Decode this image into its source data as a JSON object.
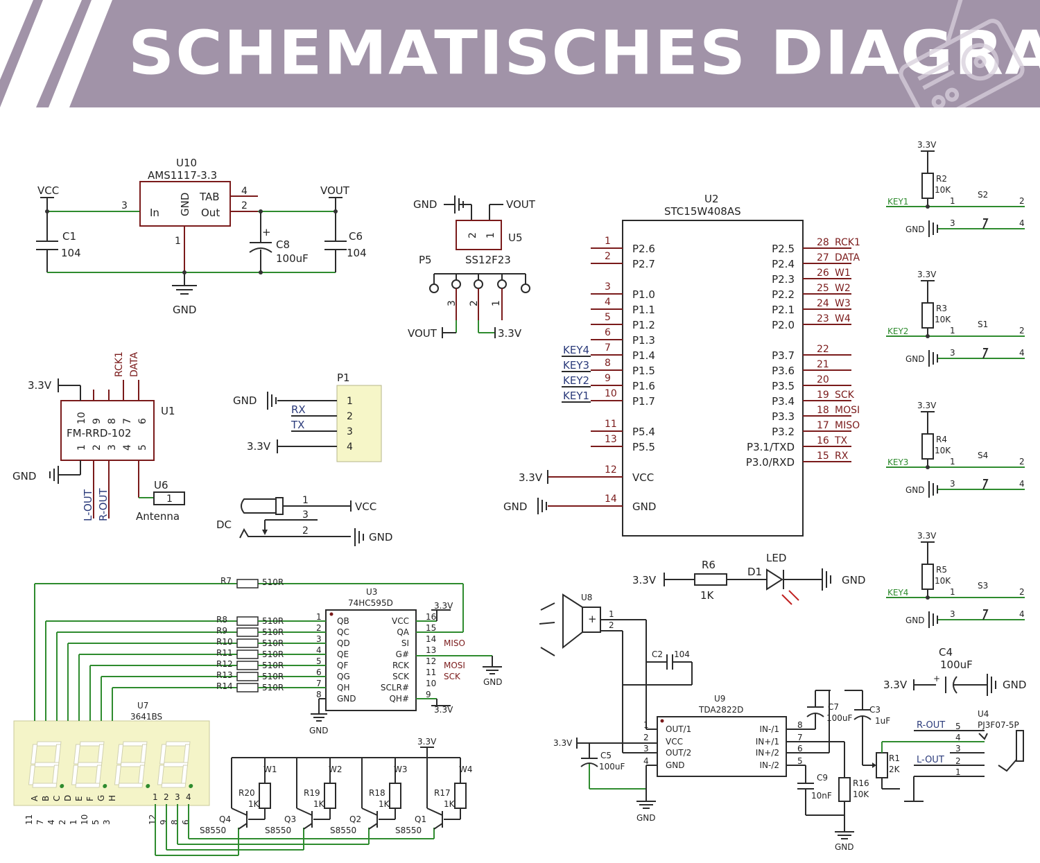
{
  "banner": {
    "title": "SCHEMATISCHES DIAGRAMM"
  },
  "colors": {
    "banner_bg": "#a193a8",
    "wire_green": "#2e8b2e",
    "component_red": "#7a1a1a",
    "display_bg": "#f4f4c8"
  },
  "icons": {
    "banner_corner": "radio-icon"
  },
  "regulator": {
    "ref": "U10",
    "part": "AMS1117-3.3",
    "pin_in": "In",
    "pin_gnd": "GND",
    "pin_tab": "TAB",
    "pin_out": "Out",
    "n3": "3",
    "n4": "4",
    "n2": "2",
    "n1": "1",
    "vcc": "VCC",
    "vout": "VOUT",
    "gnd": "GND",
    "c1": "C1",
    "c1v": "104",
    "c8": "C8",
    "c8v": "100uF",
    "c6": "C6",
    "c6v": "104",
    "plus": "+"
  },
  "switch_u5": {
    "gnd": "GND",
    "vout_top": "VOUT",
    "ref": "U5",
    "pin2": "2",
    "pin1": "1",
    "p5": "P5",
    "part": "SS12F23",
    "pin3": "3",
    "pin2b": "2",
    "pin1b": "1",
    "vout_bottom": "VOUT",
    "v33": "3.3V"
  },
  "mcu": {
    "ref": "U2",
    "part": "STC15W408AS",
    "left": [
      {
        "num": "1",
        "pin": "P2.6",
        "net": ""
      },
      {
        "num": "2",
        "pin": "P2.7",
        "net": ""
      },
      {
        "num": "3",
        "pin": "P1.0",
        "net": ""
      },
      {
        "num": "4",
        "pin": "P1.1",
        "net": ""
      },
      {
        "num": "5",
        "pin": "P1.2",
        "net": ""
      },
      {
        "num": "6",
        "pin": "P1.3",
        "net": ""
      },
      {
        "num": "7",
        "pin": "P1.4",
        "net": "KEY4"
      },
      {
        "num": "8",
        "pin": "P1.5",
        "net": "KEY3"
      },
      {
        "num": "9",
        "pin": "P1.6",
        "net": "KEY2"
      },
      {
        "num": "10",
        "pin": "P1.7",
        "net": "KEY1"
      },
      {
        "num": "11",
        "pin": "P5.4",
        "net": ""
      },
      {
        "num": "13",
        "pin": "P5.5",
        "net": ""
      },
      {
        "num": "12",
        "pin": "VCC",
        "net": "3.3V"
      },
      {
        "num": "14",
        "pin": "GND",
        "net": "GND"
      }
    ],
    "right": [
      {
        "pin": "P2.5",
        "num": "28",
        "net": "RCK1"
      },
      {
        "pin": "P2.4",
        "num": "27",
        "net": "DATA"
      },
      {
        "pin": "P2.3",
        "num": "26",
        "net": "W1"
      },
      {
        "pin": "P2.2",
        "num": "25",
        "net": "W2"
      },
      {
        "pin": "P2.1",
        "num": "24",
        "net": "W3"
      },
      {
        "pin": "P2.0",
        "num": "23",
        "net": "W4"
      },
      {
        "pin": "P3.7",
        "num": "22",
        "net": ""
      },
      {
        "pin": "P3.6",
        "num": "21",
        "net": ""
      },
      {
        "pin": "P3.5",
        "num": "20",
        "net": ""
      },
      {
        "pin": "P3.4",
        "num": "19",
        "net": "SCK"
      },
      {
        "pin": "P3.3",
        "num": "18",
        "net": "MOSI"
      },
      {
        "pin": "P3.2",
        "num": "17",
        "net": "MISO"
      },
      {
        "pin": "P3.1/TXD",
        "num": "16",
        "net": "TX"
      },
      {
        "pin": "P3.0/RXD",
        "num": "15",
        "net": "RX"
      }
    ]
  },
  "keys": [
    {
      "r": "R2",
      "rv": "10K",
      "s": "S2",
      "key": "KEY1",
      "v": "3.3V",
      "gnd": "GND",
      "p1": "1",
      "p2": "2",
      "p3": "3",
      "p4": "4"
    },
    {
      "r": "R3",
      "rv": "10K",
      "s": "S1",
      "key": "KEY2",
      "v": "3.3V",
      "gnd": "GND",
      "p1": "1",
      "p2": "2",
      "p3": "3",
      "p4": "4"
    },
    {
      "r": "R4",
      "rv": "10K",
      "s": "S4",
      "key": "KEY3",
      "v": "3.3V",
      "gnd": "GND",
      "p1": "1",
      "p2": "2",
      "p3": "3",
      "p4": "4"
    },
    {
      "r": "R5",
      "rv": "10K",
      "s": "S3",
      "key": "KEY4",
      "v": "3.3V",
      "gnd": "GND",
      "p1": "1",
      "p2": "2",
      "p3": "3",
      "p4": "4"
    }
  ],
  "radio": {
    "ref": "U1",
    "part": "FM-RRD-102",
    "v33": "3.3V",
    "gnd": "GND",
    "top_pins": [
      "10",
      "9",
      "8",
      "7",
      "6"
    ],
    "bottom_pins": [
      "1",
      "2",
      "3",
      "4",
      "5"
    ],
    "rck": "RCK1",
    "data": "DATA",
    "lout": "L-OUT",
    "rout": "R-OUT",
    "u6": "U6",
    "u6pin": "1",
    "antenna": "Antenna"
  },
  "header_p1": {
    "ref": "P1",
    "gnd": "GND",
    "rx": "RX",
    "tx": "TX",
    "v33": "3.3V",
    "pins": [
      "1",
      "2",
      "3",
      "4"
    ]
  },
  "dc_jack": {
    "label": "DC",
    "p1": "1",
    "p3": "3",
    "p2": "2",
    "vcc": "VCC",
    "gnd": "GND"
  },
  "led": {
    "v33": "3.3V",
    "r": "R6",
    "rv": "1K",
    "d": "D1",
    "name": "LED",
    "gnd": "GND"
  },
  "shift": {
    "ref": "U3",
    "part": "74HC595D",
    "left": [
      {
        "num": "1",
        "pin": "QB"
      },
      {
        "num": "2",
        "pin": "QC"
      },
      {
        "num": "3",
        "pin": "QD"
      },
      {
        "num": "4",
        "pin": "QE"
      },
      {
        "num": "5",
        "pin": "QF"
      },
      {
        "num": "6",
        "pin": "QG"
      },
      {
        "num": "7",
        "pin": "QH"
      },
      {
        "num": "8",
        "pin": "GND"
      }
    ],
    "right": [
      {
        "pin": "VCC",
        "num": "16",
        "net": "3.3V"
      },
      {
        "pin": "QA",
        "num": "15",
        "net": ""
      },
      {
        "pin": "SI",
        "num": "14",
        "net": "MISO"
      },
      {
        "pin": "G#",
        "num": "13",
        "net": ""
      },
      {
        "pin": "RCK",
        "num": "12",
        "net": "MOSI"
      },
      {
        "pin": "SCK",
        "num": "11",
        "net": "SCK"
      },
      {
        "pin": "SCLR#",
        "num": "10",
        "net": ""
      },
      {
        "pin": "QH#",
        "num": "9",
        "net": "3.3V"
      }
    ],
    "gnd_right": "GND",
    "gnd_bottom": "GND",
    "resistors": [
      {
        "r": "R7",
        "v": "510R"
      },
      {
        "r": "R8",
        "v": "510R"
      },
      {
        "r": "R9",
        "v": "510R"
      },
      {
        "r": "R10",
        "v": "510R"
      },
      {
        "r": "R11",
        "v": "510R"
      },
      {
        "r": "R12",
        "v": "510R"
      },
      {
        "r": "R13",
        "v": "510R"
      },
      {
        "r": "R14",
        "v": "510R"
      }
    ]
  },
  "display": {
    "ref": "U7",
    "part": "3641BS",
    "seg_letters": [
      "A",
      "B",
      "C",
      "D",
      "E",
      "F",
      "G",
      "H"
    ],
    "seg_pins": [
      "11",
      "7",
      "4",
      "2",
      "1",
      "10",
      "5",
      "3"
    ],
    "dig_labels": [
      "1",
      "2",
      "3",
      "4"
    ],
    "dig_pins": [
      "12",
      "9",
      "8",
      "6"
    ]
  },
  "drivers": {
    "v33": "3.3V",
    "items": [
      {
        "q": "Q4",
        "part": "S8550",
        "r": "R20",
        "rv": "1K",
        "w": "W1"
      },
      {
        "q": "Q3",
        "part": "S8550",
        "r": "R19",
        "rv": "1K",
        "w": "W2"
      },
      {
        "q": "Q2",
        "part": "S8550",
        "r": "R18",
        "rv": "1K",
        "w": "W3"
      },
      {
        "q": "Q1",
        "part": "S8550",
        "r": "R17",
        "rv": "1K",
        "w": "W4"
      }
    ]
  },
  "amp": {
    "speaker": "U8",
    "sp1": "1",
    "sp2": "2",
    "plus": "+",
    "c2": "C2",
    "c2v": "104",
    "ref": "U9",
    "part": "TDA2822D",
    "left": [
      {
        "num": "1",
        "pin": "OUT/1"
      },
      {
        "num": "2",
        "pin": "VCC"
      },
      {
        "num": "3",
        "pin": "OUT/2"
      },
      {
        "num": "4",
        "pin": "GND"
      }
    ],
    "right": [
      {
        "pin": "IN-/1",
        "num": "8"
      },
      {
        "pin": "IN+/1",
        "num": "7"
      },
      {
        "pin": "IN+/2",
        "num": "6"
      },
      {
        "pin": "IN-/2",
        "num": "5"
      }
    ],
    "v33": "3.3V",
    "c5": "C5",
    "c5v": "100uF",
    "gnd": "GND",
    "c7": "C7",
    "c7v": "100uF",
    "c3": "C3",
    "c3v": "1uF",
    "c9": "C9",
    "c9v": "10nF",
    "r16": "R16",
    "r16v": "10K",
    "gnd2": "GND",
    "r1": "R1",
    "r1v": "2K",
    "c4": "C4",
    "c4v": "100uF",
    "c4_v33": "3.3V",
    "c4_gnd": "GND",
    "jack": "U4",
    "jack_part": "PJ3F07-5P",
    "rout": "R-OUT",
    "lout": "L-OUT",
    "jack_pins": [
      "5",
      "4",
      "3",
      "2",
      "1"
    ]
  }
}
